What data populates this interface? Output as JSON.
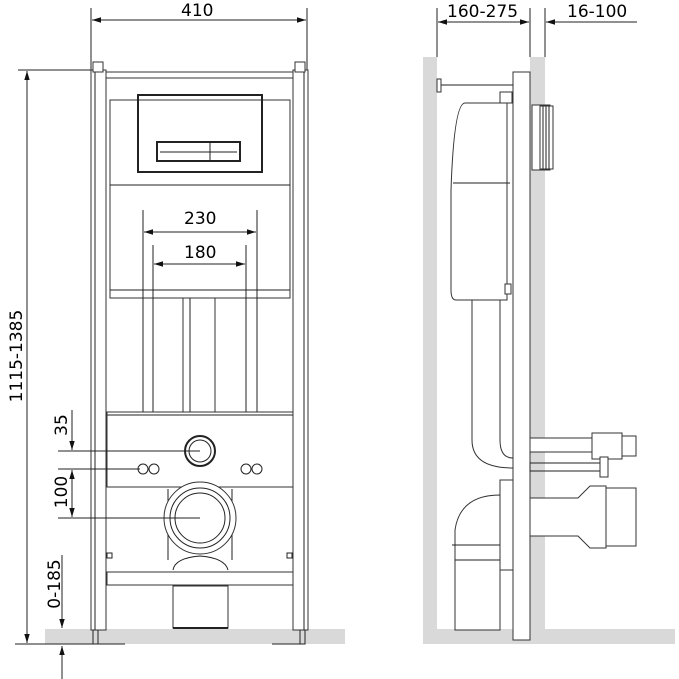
{
  "front_view": {
    "width_label": "410",
    "height_label": "1115-1385",
    "mount_outer_label": "230",
    "mount_inner_label": "180",
    "inlet_offset_label": "35",
    "drain_offset_label": "100",
    "floor_adjust_label": "0-185"
  },
  "side_view": {
    "depth_label": "160-275",
    "wall_label": "16-100"
  },
  "colors": {
    "line": "#222222",
    "wall": "#d9d9d9"
  }
}
